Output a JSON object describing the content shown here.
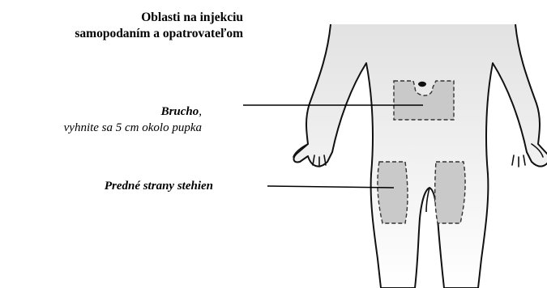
{
  "figure": {
    "title_line1": "Oblasti na injekciu",
    "title_line2": "samopodaním a opatrovateľom",
    "abdomen": {
      "label": "Brucho",
      "comma": ",",
      "note": "vyhnite sa 5 cm okolo pupka"
    },
    "thighs": {
      "label": "Predné strany stehien"
    }
  },
  "colors": {
    "body_outline": "#111111",
    "body_fill_top": "#e4e4e4",
    "injection_zone_fill": "#c9c9c9",
    "leader_line": "#000000"
  },
  "icons": [
    "human-body-front-view",
    "navel"
  ]
}
